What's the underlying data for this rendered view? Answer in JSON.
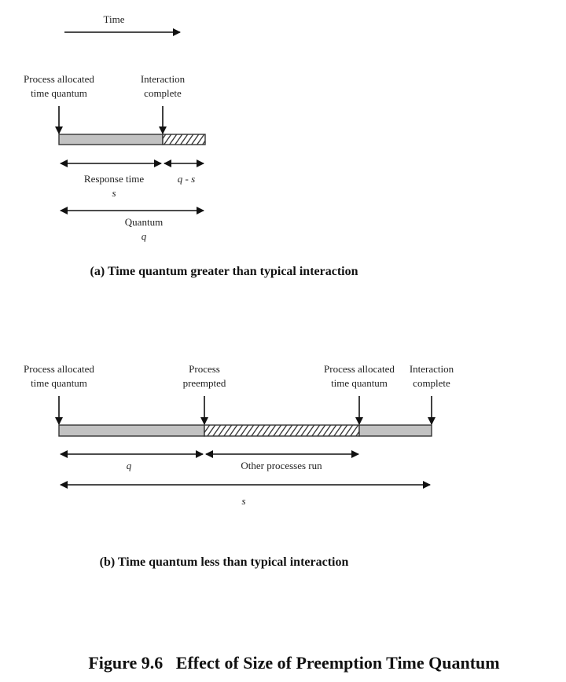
{
  "time_axis": {
    "label": "Time"
  },
  "panel_a": {
    "labels": {
      "alloc_line1": "Process allocated",
      "alloc_line2": "time quantum",
      "interact_line1": "Interaction",
      "interact_line2": "complete"
    },
    "segments": [
      {
        "type": "running",
        "fill": "gray"
      },
      {
        "type": "idle",
        "fill": "hatched"
      }
    ],
    "spans": {
      "response_label": "Response time",
      "response_symbol": "s",
      "remainder_symbol": "q - s",
      "quantum_label": "Quantum",
      "quantum_symbol": "q"
    },
    "caption": "(a) Time quantum greater than typical interaction"
  },
  "panel_b": {
    "labels": {
      "alloc1_line1": "Process allocated",
      "alloc1_line2": "time quantum",
      "preempt_line1": "Process",
      "preempt_line2": "preempted",
      "alloc2_line1": "Process allocated",
      "alloc2_line2": "time quantum",
      "interact_line1": "Interaction",
      "interact_line2": "complete"
    },
    "segments": [
      {
        "type": "running",
        "fill": "gray"
      },
      {
        "type": "other",
        "fill": "hatched"
      },
      {
        "type": "running",
        "fill": "gray"
      }
    ],
    "spans": {
      "quantum_symbol": "q",
      "other_label": "Other processes run",
      "total_symbol": "s"
    },
    "caption": "(b) Time quantum less than typical interaction"
  },
  "figure_title": "Figure 9.6   Effect of Size of Preemption Time Quantum",
  "colors": {
    "bar_gray": "#c2c2c2",
    "ink": "#111111"
  }
}
